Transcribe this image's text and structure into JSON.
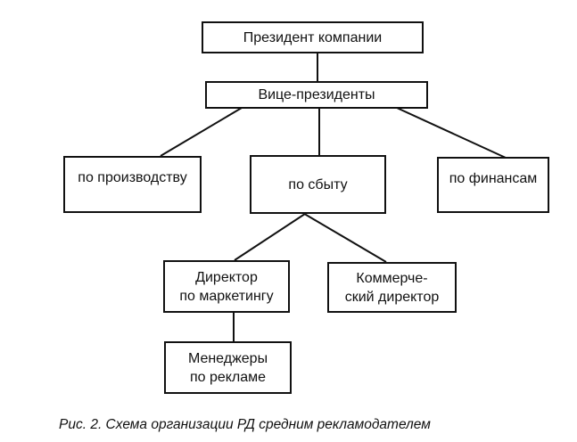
{
  "diagram": {
    "nodes": {
      "president": {
        "label": "Президент компании"
      },
      "vice_presidents": {
        "label": "Вице-президенты"
      },
      "vp_production": {
        "label": "по производству"
      },
      "vp_sales": {
        "label": "по сбыту"
      },
      "vp_finance": {
        "label": "по финансам"
      },
      "marketing_director": {
        "line1": "Директор",
        "line2": "по маркетингу"
      },
      "commercial_director": {
        "line1": "Коммерче-",
        "line2": "ский директор"
      },
      "ad_managers": {
        "line1": "Менеджеры",
        "line2": "по рекламе"
      }
    },
    "edges": [
      [
        "president",
        "vice_presidents"
      ],
      [
        "vice_presidents",
        "vp_production"
      ],
      [
        "vice_presidents",
        "vp_sales"
      ],
      [
        "vice_presidents",
        "vp_finance"
      ],
      [
        "vp_sales",
        "marketing_director"
      ],
      [
        "vp_sales",
        "commercial_director"
      ],
      [
        "marketing_director",
        "ad_managers"
      ]
    ]
  },
  "caption": "Рис. 2. Схема организации РД средним рекламодателем"
}
